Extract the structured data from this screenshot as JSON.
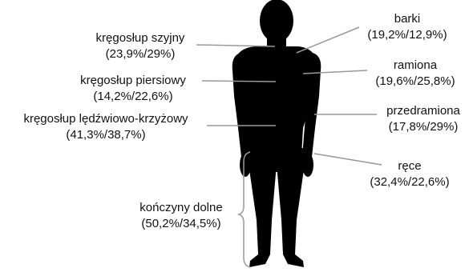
{
  "colors": {
    "silhouette": "#000000",
    "leader_line": "#999999",
    "text": "#111111"
  },
  "labels": {
    "cervical": {
      "name": "kręgosłup szyjny",
      "value": "(23,9%/29%)"
    },
    "thoracic": {
      "name": "kręgosłup piersiowy",
      "value": "(14,2%/22,6%)"
    },
    "lumbosacral": {
      "name": "kręgosłup lędźwiowo-krzyżowy",
      "value": "(41,3%/38,7%)"
    },
    "lower_limbs": {
      "name": "kończyny dolne",
      "value": "(50,2%/34,5%)"
    },
    "shoulders": {
      "name": "barki",
      "value": "(19,2%/12,9%)"
    },
    "arms": {
      "name": "ramiona",
      "value": "(19,6%/25,8%)"
    },
    "forearms": {
      "name": "przedramiona",
      "value": "(17,8%/29%)"
    },
    "hands": {
      "name": "ręce",
      "value": "(32,4%/22,6%)"
    }
  }
}
